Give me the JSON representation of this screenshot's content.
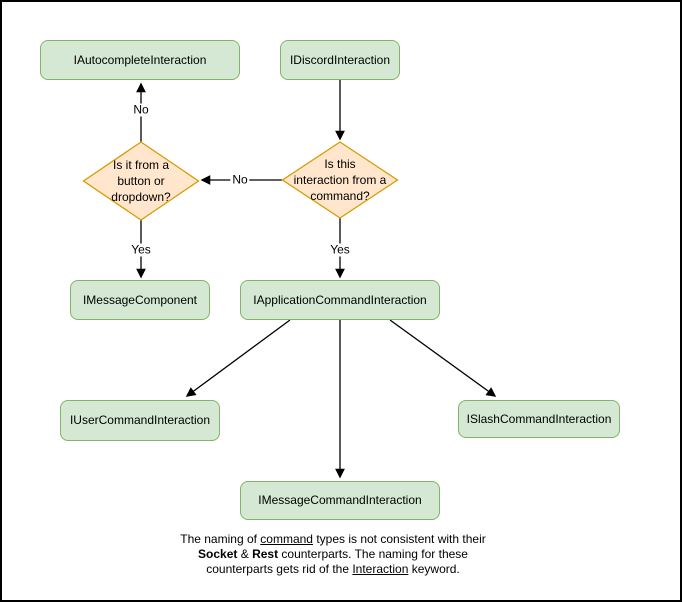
{
  "nodes": {
    "autocomplete": {
      "label": "IAutocompleteInteraction"
    },
    "discord": {
      "label": "IDiscordInteraction"
    },
    "button_dropdown": {
      "label": "Is it from a\nbutton or\ndropdown?"
    },
    "command_question": {
      "label": "Is this\ninteraction from a\ncommand?"
    },
    "message_component": {
      "label": "IMessageComponent"
    },
    "application_command": {
      "label": "IApplicationCommandInteraction"
    },
    "user_command": {
      "label": "IUserCommandInteraction"
    },
    "message_command": {
      "label": "IMessageCommandInteraction"
    },
    "slash_command": {
      "label": "ISlashCommandInteraction"
    }
  },
  "edge_labels": {
    "no_to_autocomplete": "No",
    "no_between_diamonds": "No",
    "yes_to_message_component": "Yes",
    "yes_to_application_command": "Yes"
  },
  "note": {
    "l1a": "The naming of ",
    "l1b": "command",
    "l1c": " types is not consistent with their",
    "l2a": "Socket",
    "l2b": " & ",
    "l2c": "Rest",
    "l2d": " counterparts. The naming for these",
    "l3a": "counterparts gets rid of the ",
    "l3b": "Interaction",
    "l3c": " keyword."
  },
  "colors": {
    "node_fill": "#d5e8d4",
    "node_stroke": "#82b366",
    "decision_fill": "#ffe6cc",
    "decision_stroke": "#d79b00",
    "arrow": "#000000",
    "text": "#000000",
    "frame_border": "#000000",
    "background": "#ffffff"
  }
}
